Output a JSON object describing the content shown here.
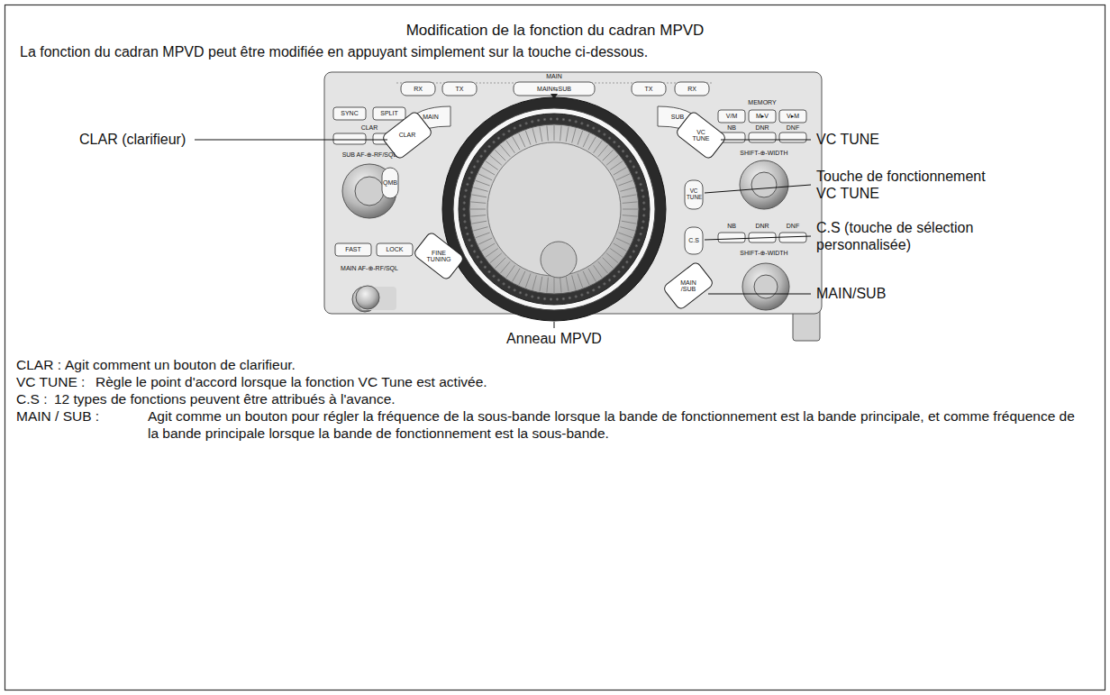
{
  "diagram": {
    "title": "Modification de la fonction du cadran MPVD",
    "labels": [
      "La fonction du cadran MPVD peut être modifiée en appuyant simplement sur la touche ci-dessous.",
      "MAIN",
      "RX",
      "TX",
      "MAIN⇆SUB",
      "TX",
      "RX",
      "SYNC",
      "SPLIT",
      "CLAR",
      "MAIN",
      "SUB",
      "MEMORY",
      "V/M",
      "M▸V",
      "V▸M",
      "NB",
      "DNR",
      "DNF",
      "CLAR",
      "VC TUNE",
      "SUB AF-⊕-RF/SQL",
      "SHIFT-⊕-WIDTH",
      "QMB",
      "VC TUNE",
      "C.S",
      "NB",
      "DNR",
      "DNF",
      "FAST",
      "LOCK",
      "MAIN AF-⊕-RF/SQL",
      "SHIFT-⊕-WIDTH",
      "FINE TUNING",
      "MAIN /SUB",
      "CLAR (clarifieur)",
      "VC TUNE",
      "Touche de fonctionnement VC TUNE",
      "C.S (touche de sélection personnalisée)",
      "MAIN/SUB",
      "Anneau MPVD",
      "CLAR :",
      "Agit comment un bouton de clarifieur.",
      "VC TUNE :",
      "Règle le point d'accord lorsque la fonction VC Tune est activée.",
      "C.S :",
      "12 types de fonctions peuvent être attribués à l'avance.",
      "MAIN / SUB :",
      "Agit comme un bouton pour régler la fréquence de la sous-bande lorsque la bande de fonctionnement est la bande principale, et comme fréquence de la bande principale lorsque la bande de fonctionnement est la sous-bande."
    ]
  }
}
